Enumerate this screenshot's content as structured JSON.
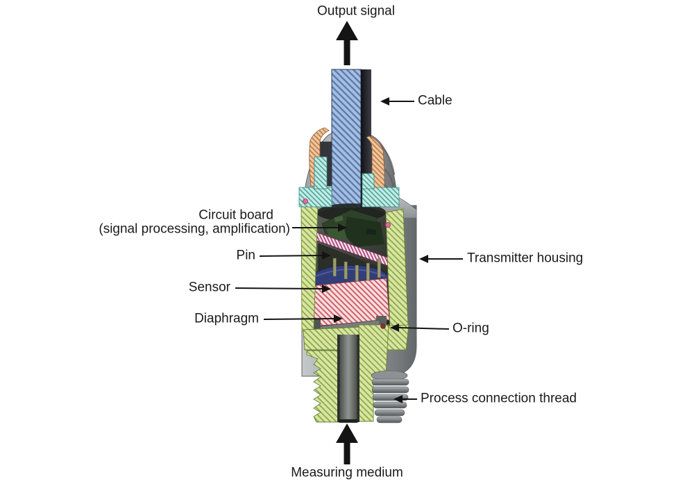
{
  "figure": {
    "labels": {
      "output_signal": "Output signal",
      "cable": "Cable",
      "circuit_board_line1": "Circuit board",
      "circuit_board_line2": "(signal processing, amplification)",
      "pin": "Pin",
      "transmitter_housing": "Transmitter housing",
      "sensor": "Sensor",
      "diaphragm": "Diaphragm",
      "o_ring": "O-ring",
      "process_connection_thread": "Process connection thread",
      "measuring_medium": "Measuring medium"
    },
    "colors": {
      "background": "#ffffff",
      "text_color": "#1a1a1a",
      "arrow_color": "#141414",
      "cable_hatch_fill": "#a7bfdf",
      "cable_hatch_line": "#5a7bb0",
      "cable_jacket_dark": "#17181d",
      "housing_hatch_fill": "#d9e5a0",
      "housing_hatch_line": "#8aa94e",
      "gland_hatch_fill": "#c4ece6",
      "gland_hatch_line": "#49a195",
      "seal_hatch_fill": "#eec9a0",
      "seal_hatch_line": "#c27b4b",
      "sensor_hatch_fill": "#f7e0e0",
      "sensor_hatch_line": "#cf5b67",
      "board_hatch_fill": "#f2eef2",
      "board_hatch_line": "#b5407a",
      "sensor_chip_blue": "#323e78",
      "pcb_green": "#2e4229",
      "o_ring_pink": "#e06a9a",
      "metal_light": "#c6c9cb",
      "metal_dark": "#6e7174"
    }
  }
}
